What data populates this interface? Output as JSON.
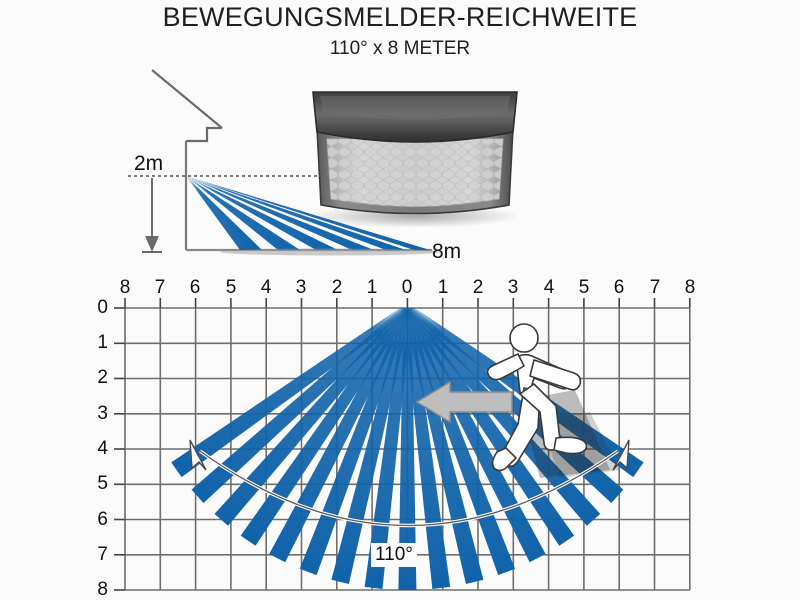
{
  "header": {
    "title": "BEWEGUNGSMELDER-REICHWEITE",
    "subtitle": "110° x 8 METER"
  },
  "side_view": {
    "mounting_height_label": "2m",
    "range_label": "8m",
    "beam_count": 6,
    "device_name": "motion-detector-housing",
    "lens_pattern": "honeycomb"
  },
  "plan_view": {
    "angle_label": "110°",
    "beam_count": 17,
    "x_axis_labels": [
      "8",
      "7",
      "6",
      "5",
      "4",
      "3",
      "2",
      "1",
      "0",
      "1",
      "2",
      "3",
      "4",
      "5",
      "6",
      "7",
      "8"
    ],
    "y_axis_labels": [
      "0",
      "1",
      "2",
      "3",
      "4",
      "5",
      "6",
      "7",
      "8"
    ],
    "person_icon": "walking-person-icon",
    "direction_arrow": "motion-direction-arrow-left"
  },
  "colors": {
    "beam_blue": "#1163AA",
    "beam_blue_dark": "#0e5696",
    "grid_line": "#6e6e6e",
    "background": "#fbfbfb",
    "text": "#1a1a1a",
    "arrow_gray": "#b9b9b9",
    "housing_dark": "#4a4a4a",
    "lens_gray": "#c9c9c9"
  },
  "chart_data": {
    "type": "scatter",
    "title": "BEWEGUNGSMELDER-REICHWEITE",
    "subtitle": "110° x 8 METER",
    "xlabel": "",
    "ylabel": "",
    "xlim": [
      -8,
      8
    ],
    "ylim": [
      0,
      8
    ],
    "grid": true,
    "x_ticks": [
      -8,
      -7,
      -6,
      -5,
      -4,
      -3,
      -2,
      -1,
      0,
      1,
      2,
      3,
      4,
      5,
      6,
      7,
      8
    ],
    "x_tick_labels": [
      "8",
      "7",
      "6",
      "5",
      "4",
      "3",
      "2",
      "1",
      "0",
      "1",
      "2",
      "3",
      "4",
      "5",
      "6",
      "7",
      "8"
    ],
    "y_ticks": [
      0,
      1,
      2,
      3,
      4,
      5,
      6,
      7,
      8
    ],
    "y_tick_labels": [
      "0",
      "1",
      "2",
      "3",
      "4",
      "5",
      "6",
      "7",
      "8"
    ],
    "annotations": [
      "110°",
      "2m",
      "8m"
    ],
    "detection_angle_deg": 110,
    "detection_radius_m": 8,
    "mounting_height_m": 2,
    "beam_count": 17
  }
}
